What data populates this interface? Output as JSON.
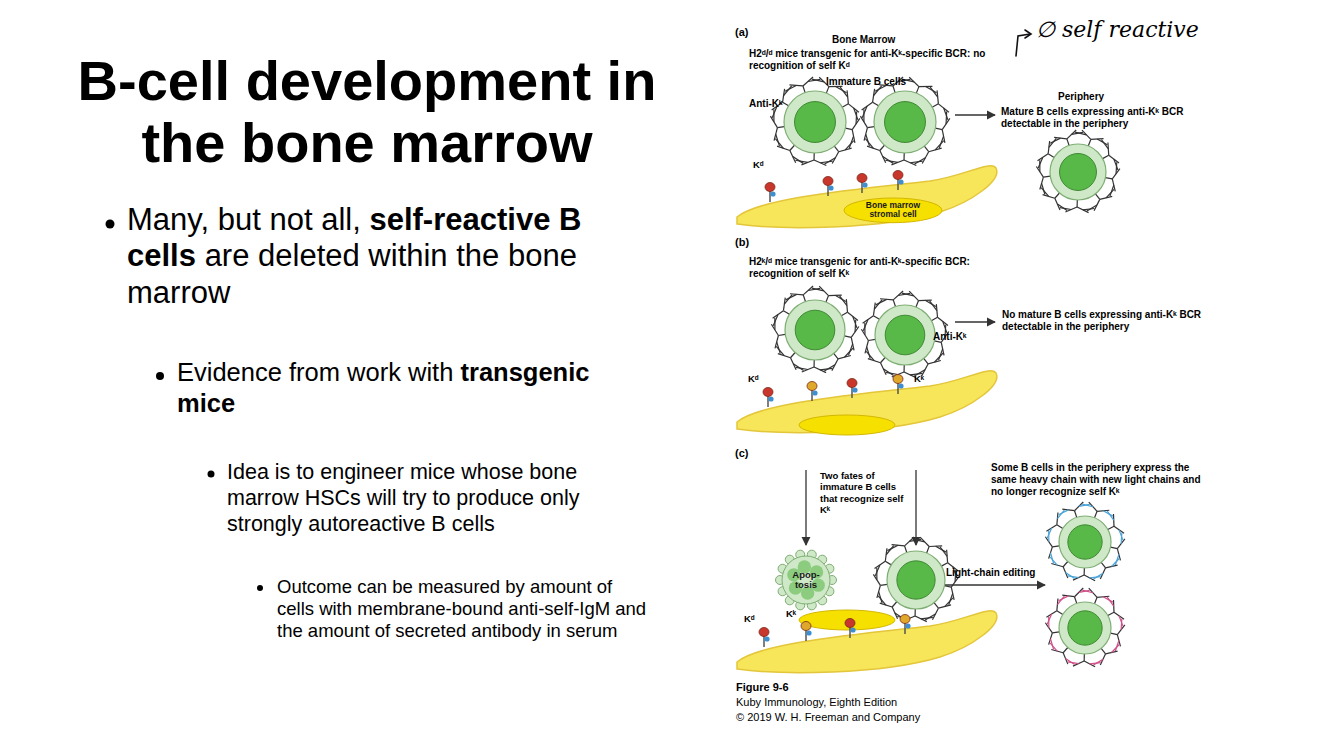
{
  "diagram": {
    "title": "B-cell development in the bone marrow",
    "caption": "Figure 9-6",
    "nodes": [
      {
        "text": [
          "Bone marrow stromal cell"
        ]
      },
      {
        "text": [
          "Apop- tosis"
        ]
      }
    ],
    "labels": [
      "Many, but not all,",
      "self-reactive B cells",
      "are deleted within the bone marrow",
      "Evidence from work with",
      "transgenic mice",
      "Idea is to engineer mice whose bone marrow HSCs will try to produce only strongly autoreactive B cells",
      "Outcome can be measured by amount of cells with membrane-bound anti-self-IgM and the amount of secreted antibody in serum",
      "(a)",
      "Bone Marrow",
      "H2ᵈ/ᵈ mice transgenic for anti-Kᵏ-specific BCR: no recognition of self Kᵈ",
      "Immature B cells",
      "Anti-Kᵏ",
      "Kᵈ",
      "Periphery",
      "Mature B cells expressing anti-Kᵏ BCR detectable in the periphery",
      "∅ self reactive",
      "(b)",
      "H2ᵏ/ᵈ mice transgenic for anti-Kᵏ-specific BCR: recognition of self Kᵏ",
      "Anti-Kᵏ",
      "Kᵈ",
      "Kᵏ",
      "No mature B cells expressing anti-Kᵏ BCR detectable in the periphery",
      "(c)",
      "Two fates of immature B cells that recognize self Kᵏ",
      "Kᵈ",
      "Kᵏ",
      "Light-chain editing",
      "Some B cells in the periphery express the same heavy chain with new light chains and no longer recognize self Kᵏ",
      "Kuby Immunology, Eighth Edition",
      "© 2019 W. H. Freeman and Company"
    ]
  }
}
